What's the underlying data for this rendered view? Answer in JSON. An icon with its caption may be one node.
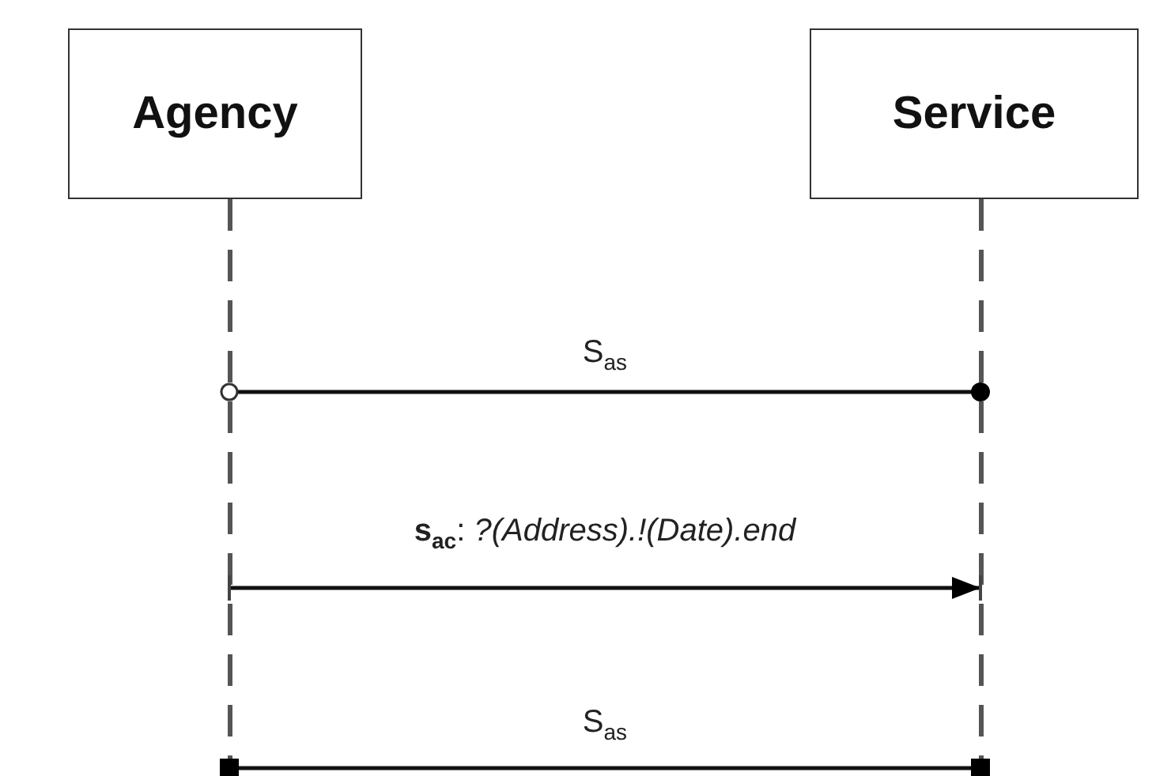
{
  "diagram": {
    "nodes": [
      {
        "text": [
          "Agency"
        ]
      },
      {
        "text": [
          "Service"
        ]
      },
      {
        "text": [],
        "shape": "bar"
      },
      {
        "text": [],
        "shape": "bar"
      }
    ],
    "edges": [
      {
        "from": 2,
        "to": 3,
        "arrow": "other",
        "label": "S$_{as}$"
      },
      {
        "from": 2,
        "to": 3,
        "arrow": "to",
        "label": "**s**$_{ac}$: *?(Address).!(Date).end*"
      },
      {
        "from": 2,
        "to": 3,
        "arrow": "other",
        "label": "S$_{as}$"
      }
    ]
  }
}
